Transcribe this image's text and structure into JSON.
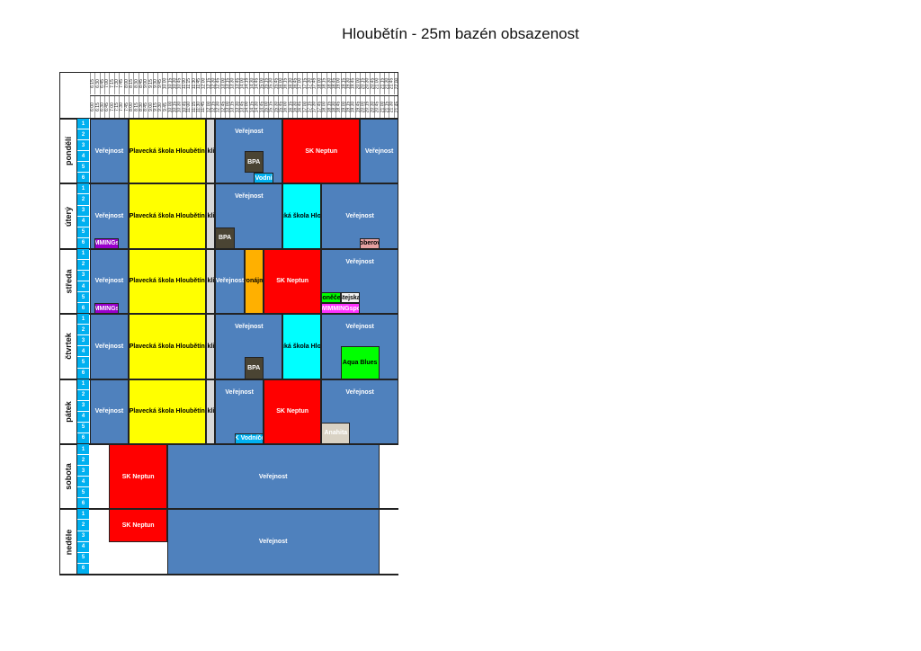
{
  "title": "Hloubětín - 25m bazén obsazenost",
  "times_from": [
    "6:15",
    "6:30",
    "6:45",
    "7:00",
    "7:15",
    "7:30",
    "7:45",
    "8:00",
    "8:15",
    "8:30",
    "8:45",
    "9:00",
    "9:15",
    "9:30",
    "9:45",
    "10:00",
    "10:15",
    "10:30",
    "10:45",
    "11:00",
    "11:15",
    "11:30",
    "11:45",
    "12:00",
    "12:15",
    "12:30",
    "12:45",
    "13:00",
    "13:15",
    "13:30",
    "13:45",
    "14:00",
    "14:15",
    "14:30",
    "14:45",
    "15:00",
    "15:15",
    "15:30",
    "15:45",
    "16:00",
    "16:15",
    "16:30",
    "16:45",
    "17:00",
    "17:15",
    "17:30",
    "17:45",
    "18:00",
    "18:15",
    "18:30",
    "18:45",
    "19:00",
    "19:15",
    "19:30",
    "19:45",
    "20:00",
    "20:15",
    "20:30",
    "20:45",
    "21:00",
    "21:15",
    "21:30",
    "21:45",
    "22:00"
  ],
  "times_to": [
    "6:00",
    "6:15",
    "6:30",
    "6:45",
    "7:00",
    "7:15",
    "7:30",
    "7:45",
    "8:00",
    "8:15",
    "8:30",
    "8:45",
    "9:00",
    "9:15",
    "9:30",
    "9:45",
    "10:00",
    "10:15",
    "10:30",
    "10:45",
    "11:00",
    "11:15",
    "11:30",
    "11:45",
    "12:00",
    "12:15",
    "12:30",
    "12:45",
    "13:00",
    "13:15",
    "13:30",
    "13:45",
    "14:00",
    "14:15",
    "14:30",
    "14:45",
    "15:00",
    "15:15",
    "15:30",
    "15:45",
    "16:00",
    "16:15",
    "16:30",
    "16:45",
    "17:00",
    "17:15",
    "17:30",
    "17:45",
    "18:00",
    "18:15",
    "18:30",
    "18:45",
    "19:00",
    "19:15",
    "19:30",
    "19:45",
    "20:00",
    "20:15",
    "20:30",
    "20:45",
    "21:00",
    "21:15",
    "21:30",
    "21:45"
  ],
  "lane_numbers": [
    "1",
    "2",
    "3",
    "4",
    "5",
    "6"
  ],
  "colors": {
    "blue": "#4f81bd",
    "yellow": "#ffff00",
    "gray": "#d8d8d8",
    "red": "#ff0000",
    "cyan": "#00ffff",
    "olive": "#4a4433",
    "orange": "#ffb000",
    "green": "#00ff00",
    "magenta": "#ff33ff",
    "purple": "#9900cc",
    "tan": "#d9d2c4",
    "pink": "#e6a1a1",
    "light": "#f2f2f2",
    "lanebox": "#00b0f0"
  },
  "days": [
    {
      "name": "pondělí",
      "blocks": [
        {
          "start": 0,
          "end": 8,
          "lane_start": 1,
          "lane_end": 6,
          "label": "Veřejnost",
          "color": "blue"
        },
        {
          "start": 8,
          "end": 24,
          "lane_start": 1,
          "lane_end": 6,
          "label": "Plavecká škola Hloubětín",
          "color": "yellow"
        },
        {
          "start": 24,
          "end": 26,
          "lane_start": 1,
          "lane_end": 6,
          "label": "Úklid",
          "color": "gray"
        },
        {
          "start": 26,
          "end": 40,
          "lane_start": 1,
          "lane_end": 6,
          "label": "Veřejnost",
          "color": "blue",
          "valign": "top"
        },
        {
          "start": 32,
          "end": 36,
          "lane_start": 4,
          "lane_end": 5,
          "label": "BPA",
          "color": "olive"
        },
        {
          "start": 34,
          "end": 38,
          "lane_start": 6,
          "lane_end": 6,
          "label": "DK Vodníček",
          "color": "lanebox"
        },
        {
          "start": 40,
          "end": 56,
          "lane_start": 1,
          "lane_end": 6,
          "label": "SK Neptun",
          "color": "red"
        },
        {
          "start": 56,
          "end": 64,
          "lane_start": 1,
          "lane_end": 6,
          "label": "Veřejnost",
          "color": "blue"
        }
      ]
    },
    {
      "name": "úterý",
      "blocks": [
        {
          "start": 0,
          "end": 8,
          "lane_start": 1,
          "lane_end": 6,
          "label": "Veřejnost",
          "color": "blue"
        },
        {
          "start": 1,
          "end": 6,
          "lane_start": 6,
          "lane_end": 6,
          "label": "SWIMMINGsport",
          "color": "purple"
        },
        {
          "start": 8,
          "end": 24,
          "lane_start": 1,
          "lane_end": 6,
          "label": "Plavecká škola Hloubětín",
          "color": "yellow"
        },
        {
          "start": 24,
          "end": 26,
          "lane_start": 1,
          "lane_end": 6,
          "label": "Úklid",
          "color": "gray"
        },
        {
          "start": 26,
          "end": 40,
          "lane_start": 1,
          "lane_end": 6,
          "label": "Veřejnost",
          "color": "blue",
          "valign": "top"
        },
        {
          "start": 26,
          "end": 30,
          "lane_start": 5,
          "lane_end": 6,
          "label": "BPA",
          "color": "olive"
        },
        {
          "start": 40,
          "end": 48,
          "lane_start": 1,
          "lane_end": 6,
          "label": "Plavecká škola Hloubětín",
          "color": "cyan"
        },
        {
          "start": 48,
          "end": 64,
          "lane_start": 1,
          "lane_end": 6,
          "label": "Veřejnost",
          "color": "blue"
        },
        {
          "start": 56,
          "end": 60,
          "lane_start": 6,
          "lane_end": 6,
          "label": "Koberová",
          "color": "pink"
        }
      ]
    },
    {
      "name": "středa",
      "blocks": [
        {
          "start": 0,
          "end": 8,
          "lane_start": 1,
          "lane_end": 6,
          "label": "Veřejnost",
          "color": "blue"
        },
        {
          "start": 1,
          "end": 6,
          "lane_start": 6,
          "lane_end": 6,
          "label": "SWIMMINGsport",
          "color": "purple"
        },
        {
          "start": 8,
          "end": 24,
          "lane_start": 1,
          "lane_end": 6,
          "label": "Plavecká škola Hloubětín",
          "color": "yellow"
        },
        {
          "start": 24,
          "end": 26,
          "lane_start": 1,
          "lane_end": 6,
          "label": "Úklid",
          "color": "gray"
        },
        {
          "start": 26,
          "end": 32,
          "lane_start": 1,
          "lane_end": 6,
          "label": "Veřejnost",
          "color": "blue"
        },
        {
          "start": 32,
          "end": 36,
          "lane_start": 1,
          "lane_end": 6,
          "label": "Pronájmy",
          "color": "orange"
        },
        {
          "start": 36,
          "end": 48,
          "lane_start": 1,
          "lane_end": 6,
          "label": "SK Neptun",
          "color": "red"
        },
        {
          "start": 48,
          "end": 64,
          "lane_start": 1,
          "lane_end": 6,
          "label": "Veřejnost",
          "color": "blue",
          "valign": "top"
        },
        {
          "start": 48,
          "end": 52,
          "lane_start": 5,
          "lane_end": 5,
          "label": "Doněček",
          "color": "green"
        },
        {
          "start": 52,
          "end": 56,
          "lane_start": 5,
          "lane_end": 5,
          "label": "Stejskal",
          "color": "light"
        },
        {
          "start": 48,
          "end": 56,
          "lane_start": 6,
          "lane_end": 6,
          "label": "SWIMMINGsport",
          "color": "magenta"
        }
      ]
    },
    {
      "name": "čtvrtek",
      "blocks": [
        {
          "start": 0,
          "end": 8,
          "lane_start": 1,
          "lane_end": 6,
          "label": "Veřejnost",
          "color": "blue"
        },
        {
          "start": 8,
          "end": 24,
          "lane_start": 1,
          "lane_end": 6,
          "label": "Plavecká škola Hloubětín",
          "color": "yellow"
        },
        {
          "start": 24,
          "end": 26,
          "lane_start": 1,
          "lane_end": 6,
          "label": "Úklid",
          "color": "gray"
        },
        {
          "start": 26,
          "end": 40,
          "lane_start": 1,
          "lane_end": 6,
          "label": "Veřejnost",
          "color": "blue",
          "valign": "top"
        },
        {
          "start": 32,
          "end": 36,
          "lane_start": 5,
          "lane_end": 6,
          "label": "BPA",
          "color": "olive"
        },
        {
          "start": 40,
          "end": 48,
          "lane_start": 1,
          "lane_end": 6,
          "label": "Plavecká škola Hloubětín",
          "color": "cyan"
        },
        {
          "start": 48,
          "end": 64,
          "lane_start": 1,
          "lane_end": 6,
          "label": "Veřejnost",
          "color": "blue",
          "valign": "top"
        },
        {
          "start": 52,
          "end": 60,
          "lane_start": 4,
          "lane_end": 6,
          "label": "Aqua Blues",
          "color": "green"
        }
      ]
    },
    {
      "name": "pátek",
      "blocks": [
        {
          "start": 0,
          "end": 8,
          "lane_start": 1,
          "lane_end": 6,
          "label": "Veřejnost",
          "color": "blue"
        },
        {
          "start": 8,
          "end": 24,
          "lane_start": 1,
          "lane_end": 6,
          "label": "Plavecká škola Hloubětín",
          "color": "yellow"
        },
        {
          "start": 24,
          "end": 26,
          "lane_start": 1,
          "lane_end": 6,
          "label": "Úklid",
          "color": "gray"
        },
        {
          "start": 26,
          "end": 36,
          "lane_start": 1,
          "lane_end": 6,
          "label": "Veřejnost",
          "color": "blue",
          "valign": "top"
        },
        {
          "start": 30,
          "end": 36,
          "lane_start": 6,
          "lane_end": 6,
          "label": "DK Vodníček",
          "color": "lanebox"
        },
        {
          "start": 36,
          "end": 48,
          "lane_start": 1,
          "lane_end": 6,
          "label": "SK Neptun",
          "color": "red"
        },
        {
          "start": 48,
          "end": 64,
          "lane_start": 1,
          "lane_end": 6,
          "label": "Veřejnost",
          "color": "blue",
          "valign": "top"
        },
        {
          "start": 48,
          "end": 54,
          "lane_start": 5,
          "lane_end": 6,
          "label": "Anahita",
          "color": "tan"
        }
      ]
    },
    {
      "name": "sobota",
      "blocks": [
        {
          "start": 4,
          "end": 16,
          "lane_start": 1,
          "lane_end": 6,
          "label": "SK Neptun",
          "color": "red"
        },
        {
          "start": 16,
          "end": 60,
          "lane_start": 1,
          "lane_end": 6,
          "label": "Veřejnost",
          "color": "blue"
        }
      ]
    },
    {
      "name": "neděle",
      "blocks": [
        {
          "start": 4,
          "end": 16,
          "lane_start": 1,
          "lane_end": 3,
          "label": "SK Neptun",
          "color": "red"
        },
        {
          "start": 16,
          "end": 60,
          "lane_start": 1,
          "lane_end": 6,
          "label": "Veřejnost",
          "color": "blue"
        }
      ]
    }
  ]
}
